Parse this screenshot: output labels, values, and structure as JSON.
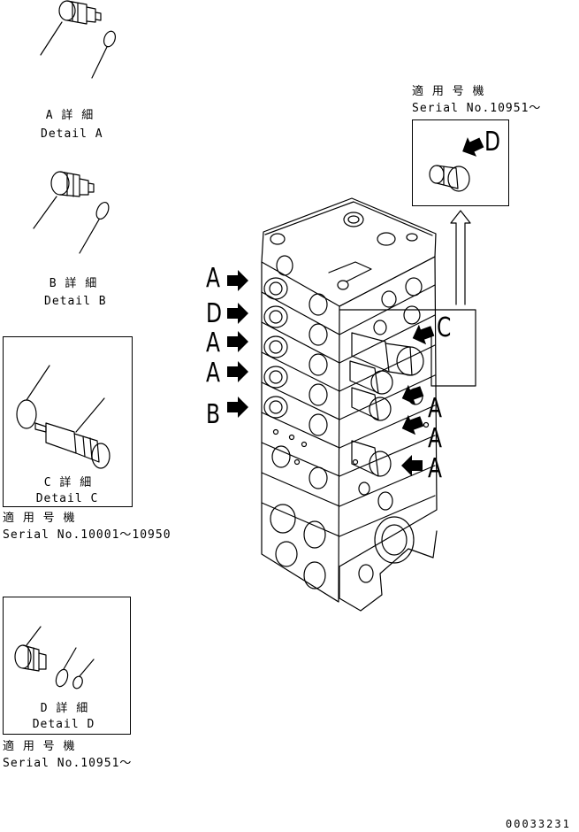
{
  "details": {
    "a": {
      "jp": "A 詳 細",
      "en": "Detail A"
    },
    "b": {
      "jp": "B 詳 細",
      "en": "Detail B"
    },
    "c": {
      "jp": "C 詳 細",
      "en": "Detail C"
    },
    "d": {
      "jp": "D 詳 細",
      "en": "Detail D"
    }
  },
  "serials": {
    "c_box": {
      "jp": "適 用 号 機",
      "en": "Serial No.10001～10950"
    },
    "d_box": {
      "jp": "適 用 号 機",
      "en": "Serial No.10951～"
    },
    "top_right": {
      "jp": "適 用 号 機",
      "en": "Serial No.10951～"
    }
  },
  "callouts": {
    "left": [
      "A",
      "D",
      "A",
      "A",
      "B"
    ],
    "right_c": "C",
    "right_a": [
      "A",
      "A",
      "A"
    ],
    "top_d": "D"
  },
  "drawing_number": "00033231"
}
